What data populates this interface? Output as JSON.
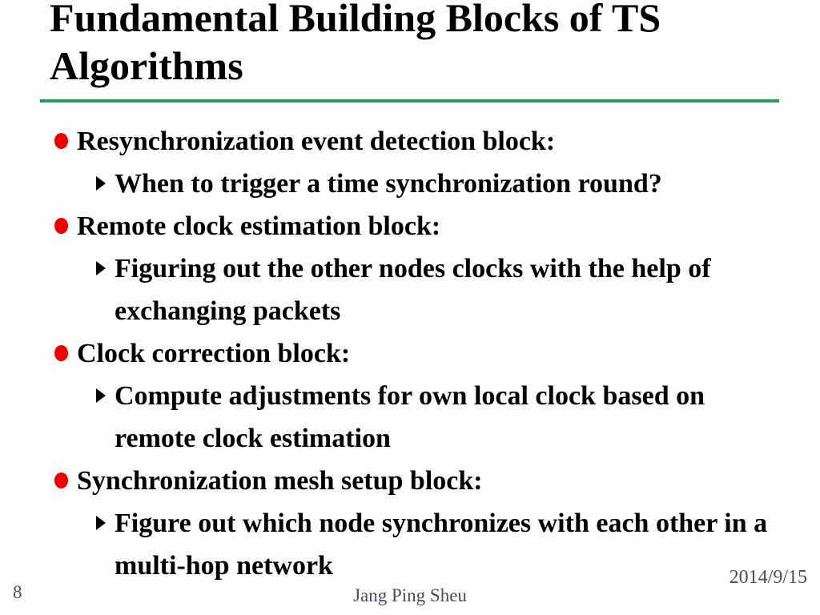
{
  "slide": {
    "title_lines": [
      "Fundamental Building Blocks of TS",
      "Algorithms"
    ],
    "bullets": [
      {
        "label": "Resynchronization event detection block:",
        "subs": [
          "When to trigger a time synchronization round?"
        ]
      },
      {
        "label": "Remote clock estimation block:",
        "subs": [
          "Figuring out the other nodes clocks with the help of exchanging packets"
        ]
      },
      {
        "label": "Clock correction block:",
        "subs": [
          "Compute adjustments for own local clock based on remote clock estimation"
        ]
      },
      {
        "label": "Synchronization mesh setup block:",
        "subs": [
          "Figure out which node synchronizes with each other in a multi-hop network"
        ]
      }
    ],
    "footer": {
      "page_number": "8",
      "author": "Jang Ping Sheu",
      "date": "2014/9/15"
    },
    "colors": {
      "bullet_red": "#ee0000",
      "divider_green": "#1ea44f",
      "footer_gray": "#4d4d57",
      "text_black": "#000000"
    }
  }
}
